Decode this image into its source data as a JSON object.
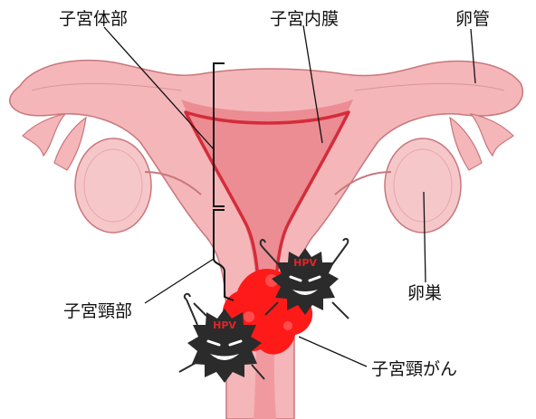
{
  "labels": {
    "uterine_body": "子宮体部",
    "endometrium": "子宮内膜",
    "fallopian_tube": "卵管",
    "ovary": "卵巣",
    "cervix": "子宮頸部",
    "cervical_cancer": "子宮頸がん"
  },
  "virus_label": "HPV",
  "colors": {
    "tissue": "#f4b6b9",
    "tissue_outline": "#c9777c",
    "cavity": "#ec8c93",
    "endometrium_line": "#d42c3a",
    "ovary": "#f6c7c9",
    "cancer": "#ff1a1a",
    "virus": "#2b2b2b",
    "bracket": "#111111"
  }
}
